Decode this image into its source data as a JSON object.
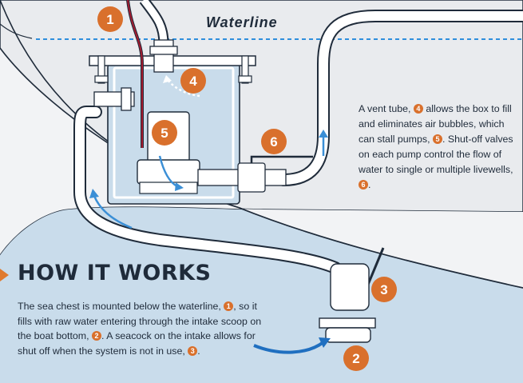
{
  "waterline_label": "Waterline",
  "vent_paragraph": {
    "t1": "A vent tube, ",
    "n1": "4",
    "t2": " allows the box to fill and eliminates air bubbles, which can stall pumps, ",
    "n2": "5",
    "t3": ". Shut-off valves on each pump control the flow of water to single or multiple livewells, ",
    "n3": "6",
    "t4": "."
  },
  "how_it_works": {
    "title": "HOW IT WORKS",
    "t1": "The sea chest is mounted below the waterline, ",
    "n1": "1",
    "t2": ", so it fills with raw water entering through the intake scoop on the boat bottom, ",
    "n2": "2",
    "t3": ". A seacock on the intake allows for shut off when the system is not in use, ",
    "n3": "3",
    "t4": "."
  },
  "callouts": [
    "1",
    "2",
    "3",
    "4",
    "5",
    "6"
  ],
  "colors": {
    "water": "#c9dceb",
    "hull_interior": "#e9ebee",
    "line": "#1f2b3a",
    "accent": "#d9702c",
    "flow_arrow": "#3b8fd6",
    "waterline_dash": "#2f8fdc"
  }
}
